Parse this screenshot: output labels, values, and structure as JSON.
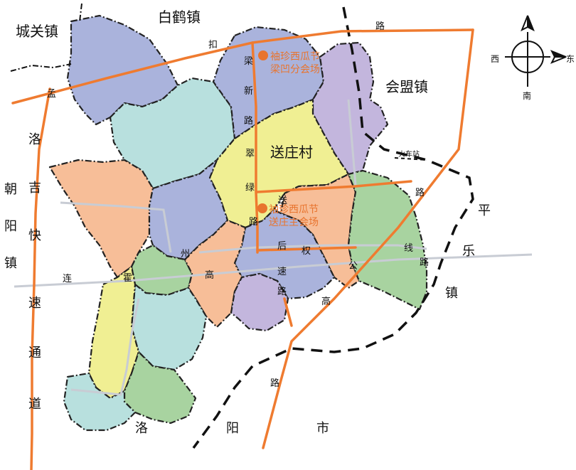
{
  "colors": {
    "blue": "#aab3dc",
    "cyan": "#b8e0de",
    "purple": "#c3b6dd",
    "yellow": "#f0ef93",
    "orange": "#f7be98",
    "green": "#a8d3a0",
    "road": "#ef7b30",
    "venue": "#e8742e",
    "grayline": "#c8ccd4",
    "boundary": "#222222"
  },
  "towns": {
    "baihe": "白鹤镇",
    "chengguan": "城关镇",
    "huimeng": "会盟镇",
    "songzhuang": "送庄村",
    "chaoyang": [
      "朝",
      "阳",
      "镇"
    ],
    "pingle": [
      "平",
      "乐",
      "镇"
    ],
    "luoyang_city": [
      "洛",
      "阳",
      "市"
    ]
  },
  "roads": {
    "meng_kou_lu": [
      "扣",
      "路"
    ],
    "meng_char": "孟",
    "luoji_expressway": [
      "洛",
      "吉",
      "快",
      "速",
      "通",
      "道"
    ],
    "liangxin_road": [
      "梁",
      "新",
      "路"
    ],
    "cuilv_road": [
      "翠",
      "绿",
      "路"
    ],
    "song_char": "送",
    "lianhuo_line": [
      "连",
      "霍",
      "州",
      "高",
      "后",
      "速",
      "权",
      "路"
    ],
    "luo_line": [
      "线",
      "路"
    ],
    "gong_char": "公",
    "lu_char": "路",
    "lu_char2": "路"
  },
  "venues": {
    "liangao_line1": "袖珍西瓜节",
    "liangao_line2": "梁凹分会场",
    "songzhuang_line1": "袖珍西瓜节",
    "songzhuang_line2": "送庄主会场"
  },
  "station": "火车站",
  "compass": {
    "west": "西",
    "east": "东",
    "south": "南"
  }
}
